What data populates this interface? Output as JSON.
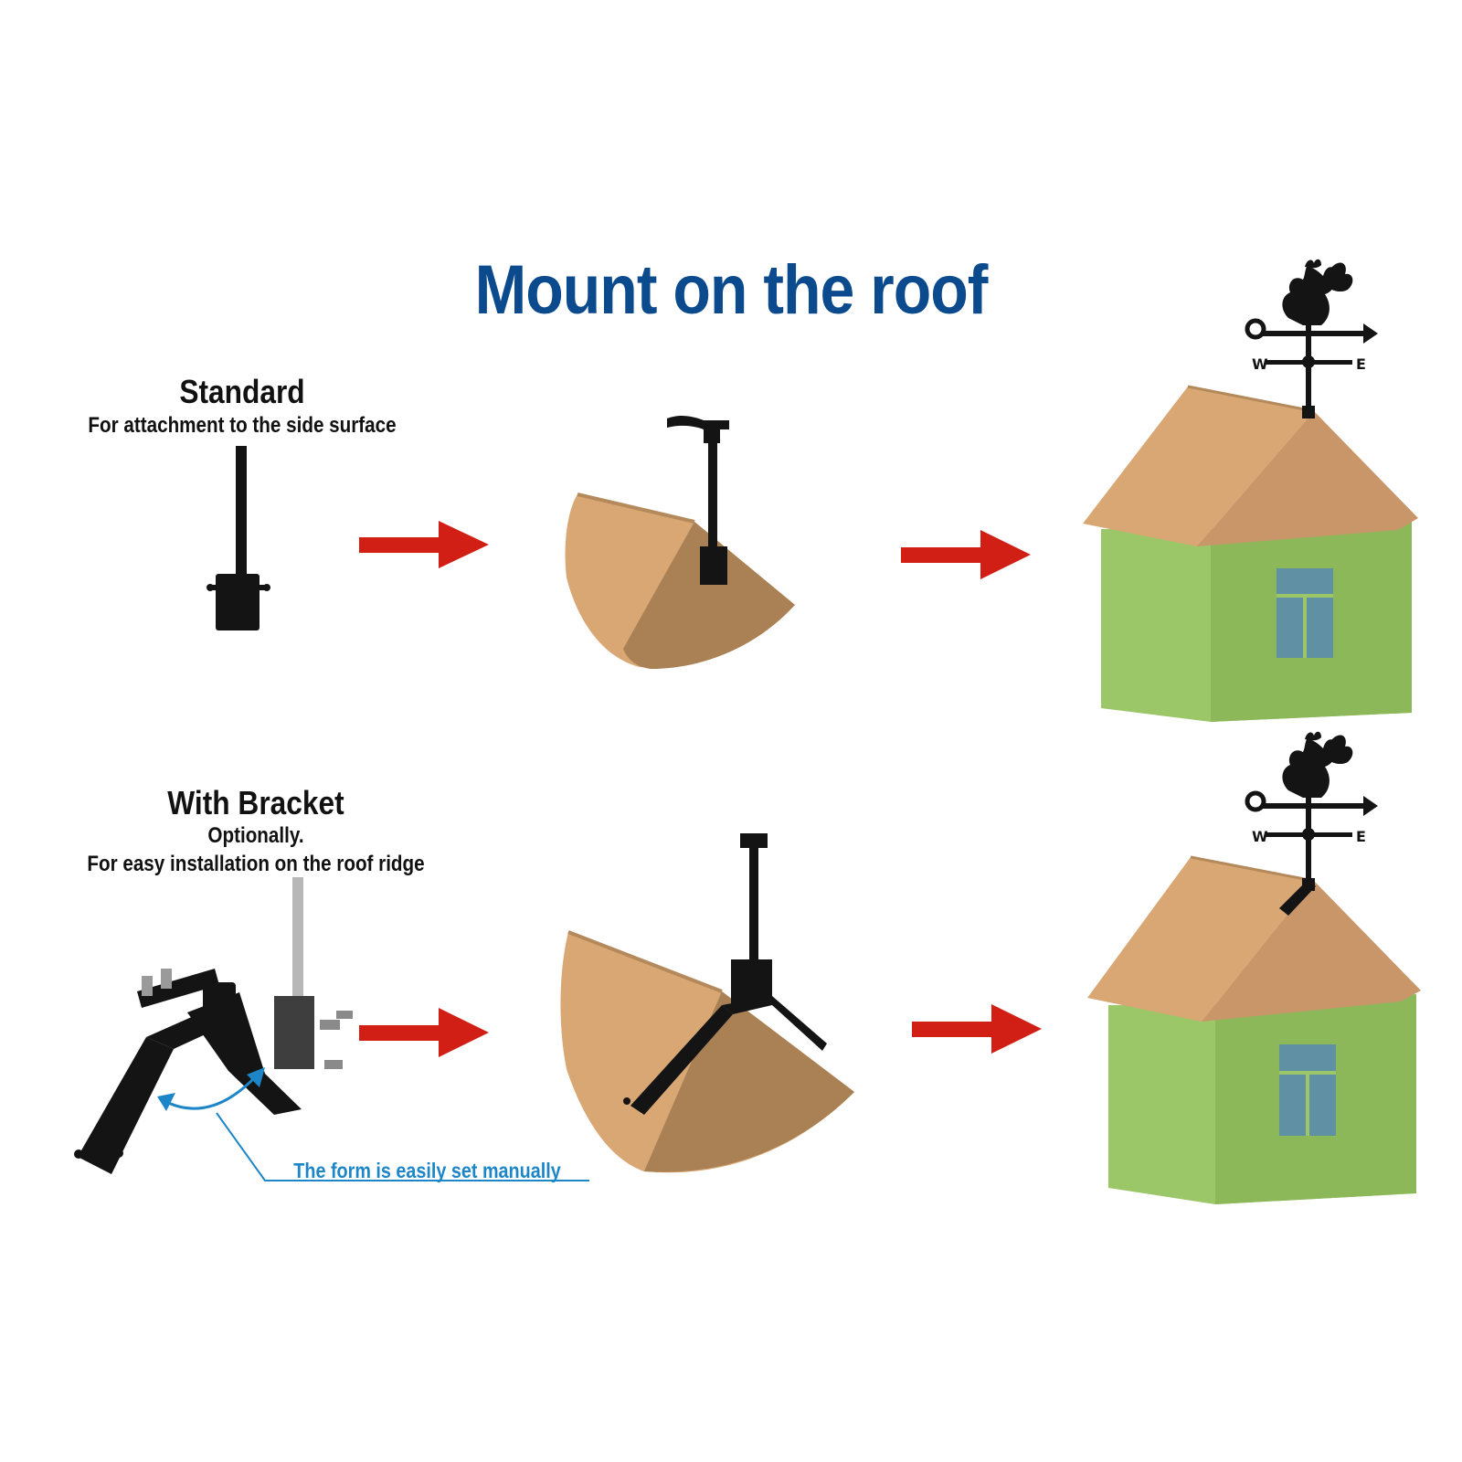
{
  "title": "Mount on the roof",
  "colors": {
    "title_blue": "#0c4a8e",
    "arrow_red": "#d21f16",
    "roof_light": "#d8a774",
    "roof_dark": "#a98155",
    "wall_green": "#9bc768",
    "window_blue": "#5f90a4",
    "hardware": "#141414",
    "note_blue": "#1d86c8"
  },
  "standard": {
    "heading": "Standard",
    "subheading": "For attachment to the side surface"
  },
  "bracket": {
    "heading": "With Bracket",
    "line1": "Optionally.",
    "line2": "For easy installation on the roof ridge",
    "note": "The form is easily set manually"
  }
}
